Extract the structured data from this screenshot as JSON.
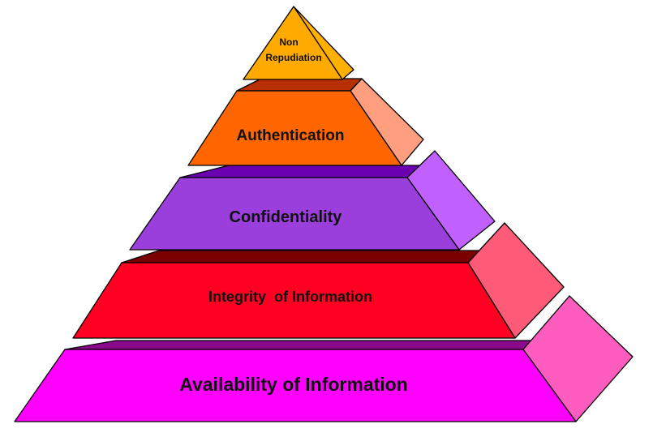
{
  "layers": [
    {
      "id": "availability",
      "lines": [
        "Availability of Information"
      ],
      "front_color": "#ff00ff",
      "side_color": "#ff5cbf",
      "top_color": "#8b0a8b"
    },
    {
      "id": "integrity",
      "lines": [
        "Integrity  of Information"
      ],
      "front_color": "#ff0022",
      "side_color": "#ff5a78",
      "top_color": "#7a0000"
    },
    {
      "id": "confidentiality",
      "lines": [
        "Confidentiality"
      ],
      "front_color": "#9b3fdc",
      "side_color": "#c060ff",
      "top_color": "#6a00b0"
    },
    {
      "id": "authentication",
      "lines": [
        "Authentication"
      ],
      "front_color": "#ff6600",
      "side_color": "#ff9f80",
      "top_color": "#b83000"
    },
    {
      "id": "non-repudiation",
      "lines": [
        "Non",
        "Repudiation"
      ],
      "front_color": "#ffaa00",
      "side_color": "#ffb000",
      "top_color": "#e08000"
    }
  ]
}
